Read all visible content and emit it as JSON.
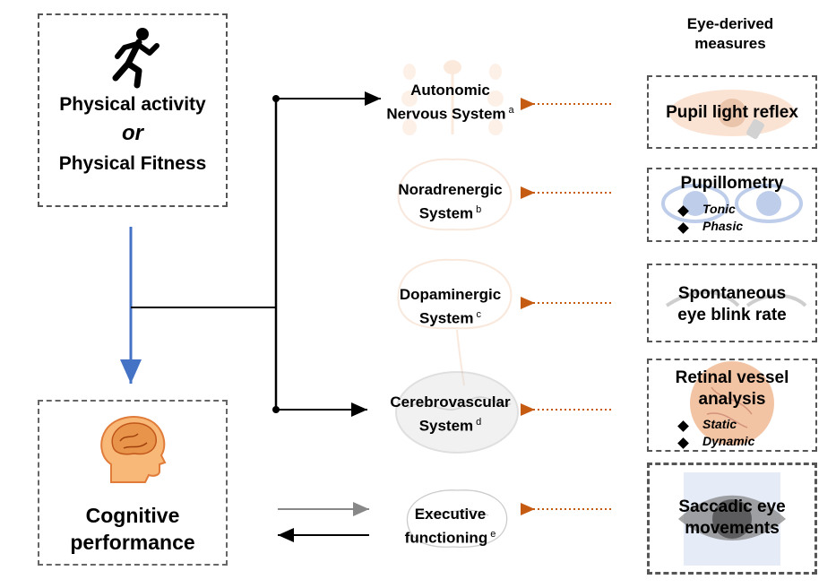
{
  "header": {
    "eye_measures_title": "Eye-derived\nmeasures"
  },
  "left": {
    "physical_line1": "Physical activity",
    "physical_or": "or",
    "physical_line2": "Physical Fitness",
    "cognitive": "Cognitive\nperformance"
  },
  "systems": [
    {
      "label": "Autonomic\nNervous System",
      "sup": "a"
    },
    {
      "label": "Noradrenergic\nSystem",
      "sup": "b"
    },
    {
      "label": "Dopaminergic\nSystem",
      "sup": "c"
    },
    {
      "label": "Cerebrovascular\nSystem",
      "sup": "d"
    },
    {
      "label": "Executive\nfunctioning",
      "sup": "e"
    }
  ],
  "measures": [
    {
      "label": "Pupil light reflex",
      "subs": []
    },
    {
      "label": "Pupillometry",
      "subs": [
        "Tonic",
        "Phasic"
      ]
    },
    {
      "label": "Spontaneous\neye blink rate",
      "subs": []
    },
    {
      "label": "Retinal vessel\nanalysis",
      "subs": [
        "Static",
        "Dynamic"
      ]
    },
    {
      "label": "Saccadic eye\nmovements",
      "subs": []
    }
  ],
  "icons": [
    "running-person-icon",
    "head-brain-icon",
    "eye-icon",
    "brain-icon",
    "nervous-system-icon"
  ],
  "colors": {
    "blue_arrow": "#4472c4",
    "orange_arrow": "#c55a11",
    "head_orange": "#f4a460"
  }
}
